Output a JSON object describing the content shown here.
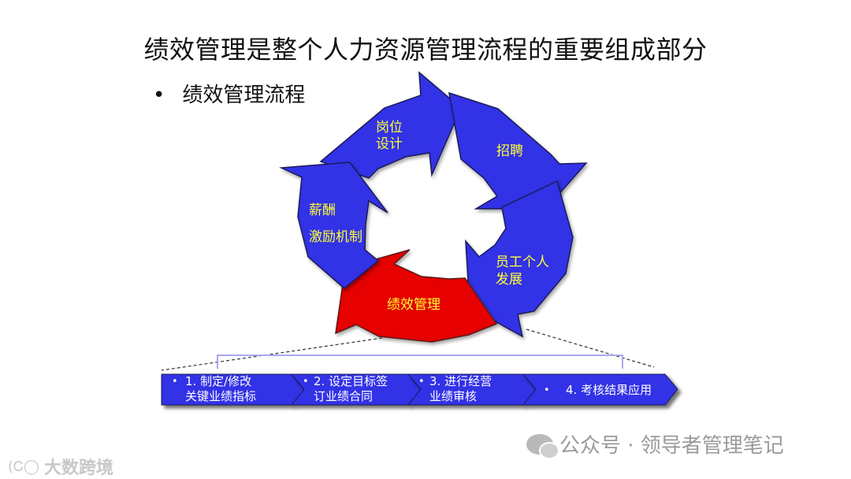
{
  "title": "绩效管理是整个人力资源管理流程的重要组成部分",
  "bullet": "绩效管理流程",
  "cycle": [
    {
      "lines": [
        "岗位",
        "设计"
      ],
      "color": "#3333e6"
    },
    {
      "lines": [
        "招聘"
      ],
      "color": "#3333e6"
    },
    {
      "lines": [
        "员工个人",
        "发展"
      ],
      "color": "#3333e6"
    },
    {
      "lines": [
        "绩效管理"
      ],
      "color": "#e60000"
    },
    {
      "lines": [
        "薪酬",
        "激励机制"
      ],
      "color": "#3333e6"
    }
  ],
  "label_color": "#ffff33",
  "process_steps": [
    {
      "lines": [
        "1. 制定/修改",
        "关键业绩指标"
      ]
    },
    {
      "lines": [
        "2. 设定目标签",
        "订业绩合同"
      ]
    },
    {
      "lines": [
        "3. 进行经营",
        "业绩审核"
      ]
    },
    {
      "lines": [
        "4. 考核结果应用"
      ]
    }
  ],
  "watermark": "公众号 · 领导者管理笔记",
  "bottom_logo": "大数跨境",
  "bottom_logo_mark": "(Ꮯ◯"
}
